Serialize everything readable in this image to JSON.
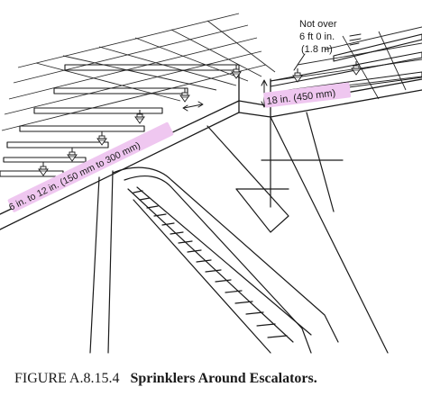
{
  "figure": {
    "caption_number": "FIGURE A.8.15.4",
    "caption_title": "Sprinklers Around Escalators.",
    "labels": {
      "max_spacing_line1": "Not over",
      "max_spacing_line2": "6 ft 0 in.",
      "max_spacing_line3": "(1.8 m)",
      "draft_stop_depth": "18 in. (450 mm)",
      "sprinkler_offset": "6 in. to 12 in. (150 mm to 300 mm)"
    },
    "colors": {
      "highlight": "#efc7f0",
      "ink": "#1a1a1a"
    },
    "icons": [
      "sprinkler-icon",
      "dimension-arrow-icon"
    ]
  }
}
